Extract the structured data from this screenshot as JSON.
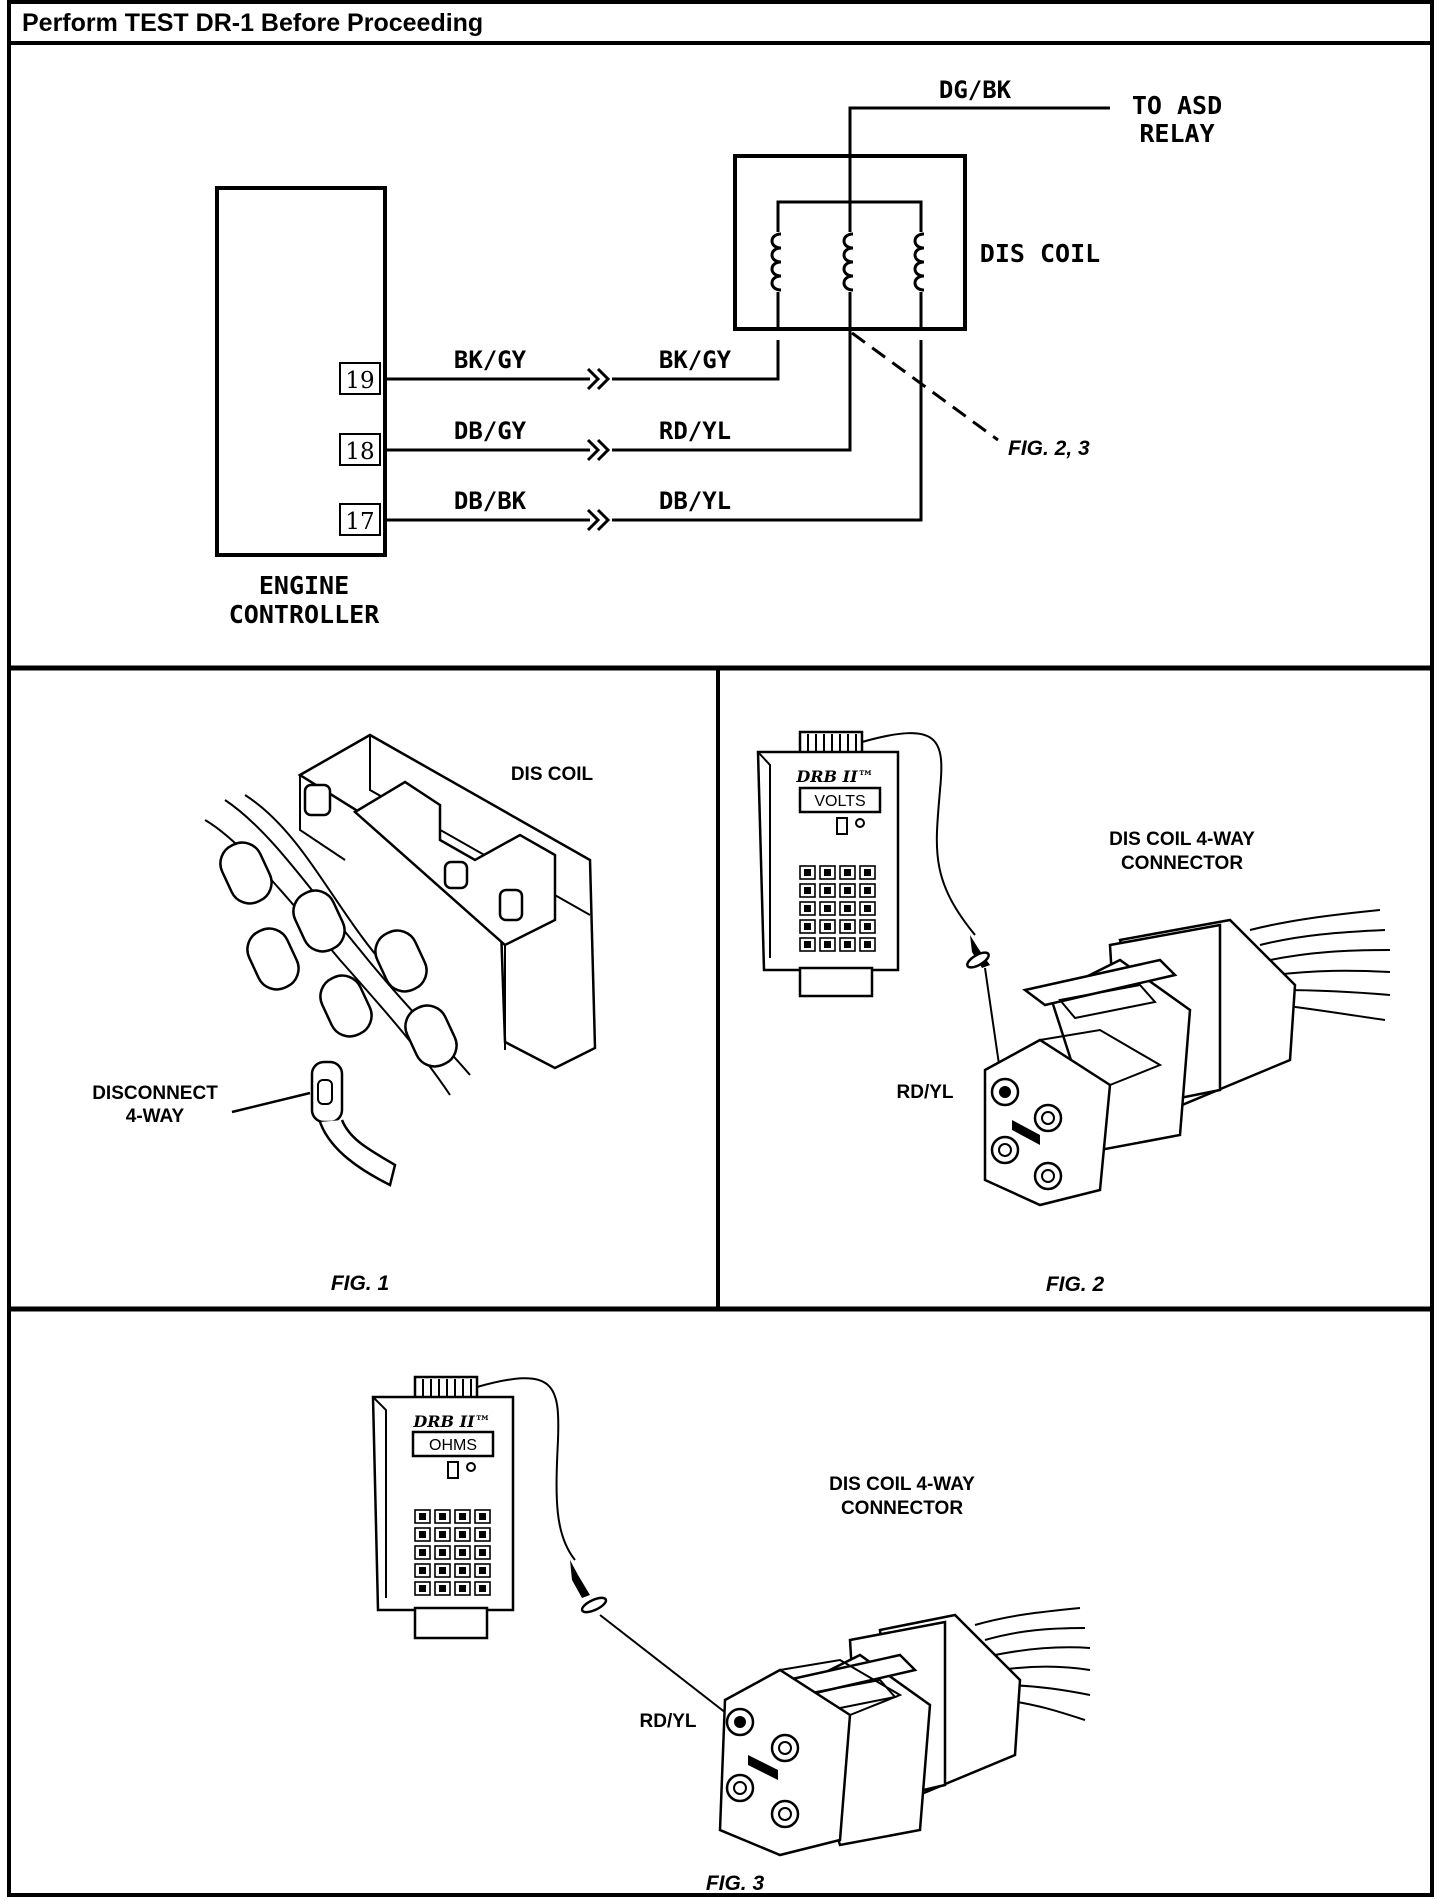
{
  "header": {
    "title": "Perform TEST DR-1 Before Proceeding"
  },
  "schematic": {
    "controller_label_line1": "ENGINE",
    "controller_label_line2": "CONTROLLER",
    "coil_label": "DIS COIL",
    "asd_label_line1": "TO ASD",
    "asd_label_line2": "RELAY",
    "asd_wire": "DG/BK",
    "fig_ref": "FIG. 2, 3",
    "circuits": [
      {
        "pin": "19",
        "left_wire": "BK/GY",
        "right_wire": "BK/GY"
      },
      {
        "pin": "18",
        "left_wire": "DB/GY",
        "right_wire": "RD/YL"
      },
      {
        "pin": "17",
        "left_wire": "DB/BK",
        "right_wire": "DB/YL"
      }
    ]
  },
  "fig1": {
    "coil_label": "DIS COIL",
    "callout_line1": "DISCONNECT",
    "callout_line2": "4-WAY",
    "caption": "FIG. 1"
  },
  "fig2": {
    "tester_brand": "DRB II™",
    "tester_display": "VOLTS",
    "connector_label_line1": "DIS COIL 4-WAY",
    "connector_label_line2": "CONNECTOR",
    "probe_wire": "RD/YL",
    "caption": "FIG. 2"
  },
  "fig3": {
    "tester_brand": "DRB II™",
    "tester_display": "OHMS",
    "connector_label_line1": "DIS COIL 4-WAY",
    "connector_label_line2": "CONNECTOR",
    "probe_wire": "RD/YL",
    "caption": "FIG. 3"
  }
}
